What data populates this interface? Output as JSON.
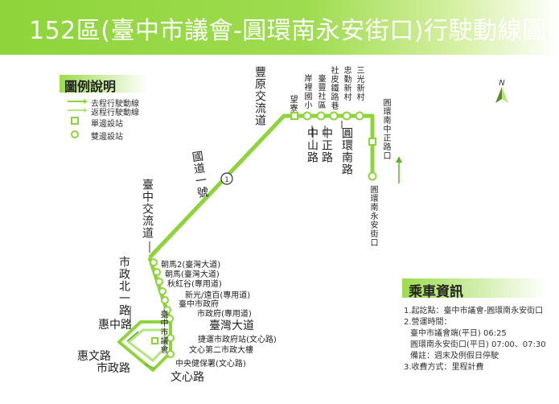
{
  "title": "152區(臺中市議會-圓環南永安街口)行駛動線圖",
  "north_label": "N",
  "legend": {
    "heading": "圖例說明",
    "outbound": "去程行駛動線",
    "return": "返程行駛動線",
    "one_way_stop": "單邊設站",
    "two_way_stop": "雙邊設站"
  },
  "stops": {
    "chaoma2": "朝馬2(臺灣大道)",
    "chaoma": "朝馬(臺灣大道)",
    "qiuhonggu": "秋紅谷(專用道)",
    "xinguang": "新光/遠百(專用道)",
    "city_govt": "臺中市政府",
    "city_govt_busway": "市政府(專用道)",
    "city_govt_station": "捷運市政府站(文心路)",
    "wenxin_bldg2": "文心第二市政大樓",
    "health_bureau": "中央健保署(文心路)",
    "council": "臺中市議會",
    "wangliao": "望寮",
    "anli_school": "岸裡國小",
    "taifeng_community": "臺豐社區",
    "shepi_alley": "社皮鐵路巷",
    "zhongqin_village": "忠勤新村",
    "sanguang_village": "三光新村",
    "zhongzheng_rd_s": "圓環南中正路口",
    "terminal": "圓環南永安街口"
  },
  "roads": {
    "fengyuan_blvd": "豐原交流道",
    "taichung_interchange": "臺中交流道",
    "national_hwy1": "國道一號",
    "highway_shield": "1",
    "taiwan_blvd": "臺灣大道",
    "shizheng_n1": "市政北一路",
    "huizhong": "惠中路",
    "huiwen": "惠文路",
    "shizheng": "市政路",
    "wenxin": "文心路",
    "zhongshan": "中山路",
    "zhongzheng": "中正路",
    "huanhuan_s": "圓環南路"
  },
  "info": {
    "heading": "乘車資訊",
    "line1": "1.起訖點：臺中市議會-圓環南永安街口",
    "line2": "2.營運時間：",
    "line3": "臺中市議會端(平日) 06:25",
    "line4": "圓環南永安街口(平日) 07:00、07:30",
    "line5": "備註：週末及例假日停駛",
    "line6": "3.收費方式：里程計費"
  },
  "colors": {
    "route": "#8ed43a",
    "route_dark": "#5fb52a",
    "stop_fill": "#ffffff",
    "title_text": "#ffffff"
  }
}
